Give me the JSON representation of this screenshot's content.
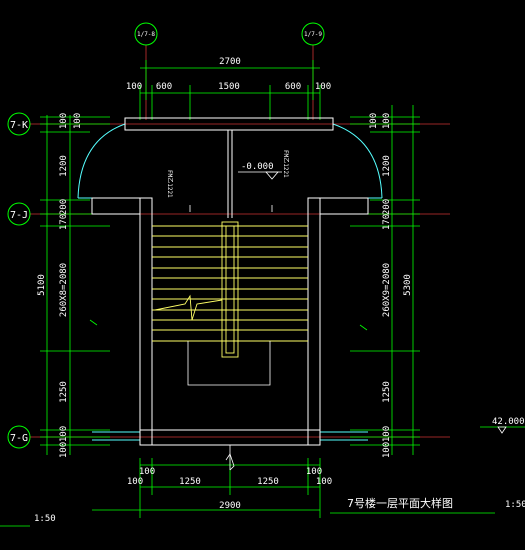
{
  "axes": {
    "vertical": [
      "1/7-8",
      "1/7-9"
    ],
    "horizontal": [
      "7-K",
      "7-J",
      "7-G"
    ]
  },
  "dims": {
    "top_overall": "2700",
    "top_segments": [
      "100",
      "600",
      "1500",
      "600",
      "100"
    ],
    "bottom_segments_1": [
      "100",
      "100"
    ],
    "bottom_segments_2": [
      "100",
      "1250",
      "1250",
      "100"
    ],
    "bottom_overall": "2900",
    "left_segments": [
      "100",
      "100",
      "1200",
      "200",
      "170",
      "260X8=2080",
      "1250",
      "100",
      "100"
    ],
    "left_overall": "5100",
    "right_segments": [
      "100",
      "100",
      "1200",
      "200",
      "170",
      "260X9=2080",
      "1250",
      "100",
      "100"
    ],
    "right_overall": "5300"
  },
  "labels": {
    "elevation": "-0.000",
    "side_elevation": "42.000",
    "title": "7号楼一层平面大样图",
    "scale_left": "1:50",
    "scale_right": "1:50",
    "vertical_left": "FM乙1221",
    "vertical_right": "FM乙1221"
  },
  "colors": {
    "dimension": "#00ff00",
    "wall": "#ffffff",
    "stair": "#ffff66",
    "axis": "#ff5555",
    "canopy": "#55ffff"
  }
}
